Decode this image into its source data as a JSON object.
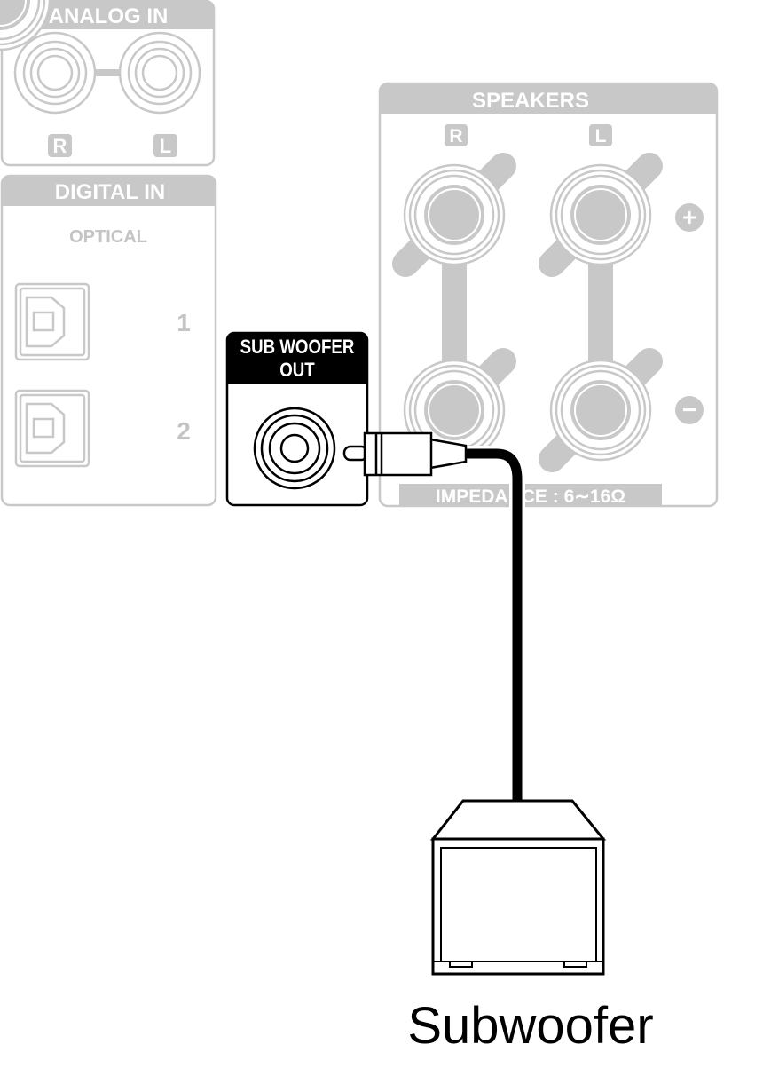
{
  "analog_in": {
    "title": "ANALOG IN",
    "right_label": "R",
    "left_label": "L"
  },
  "digital_in": {
    "title": "DIGITAL IN",
    "type_label": "OPTICAL",
    "port_1": "1",
    "port_2": "2"
  },
  "speakers": {
    "title": "SPEAKERS",
    "right_label": "R",
    "left_label": "L",
    "plus_symbol": "+",
    "minus_symbol": "−",
    "impedance": "IMPEDANCE : 6∼16Ω"
  },
  "subwoofer_out": {
    "title_line1": "SUB WOOFER",
    "title_line2": "OUT"
  },
  "subwoofer": {
    "label": "Subwoofer"
  },
  "colors": {
    "panel_gray": "#c8c8c8",
    "active": "#000000"
  }
}
